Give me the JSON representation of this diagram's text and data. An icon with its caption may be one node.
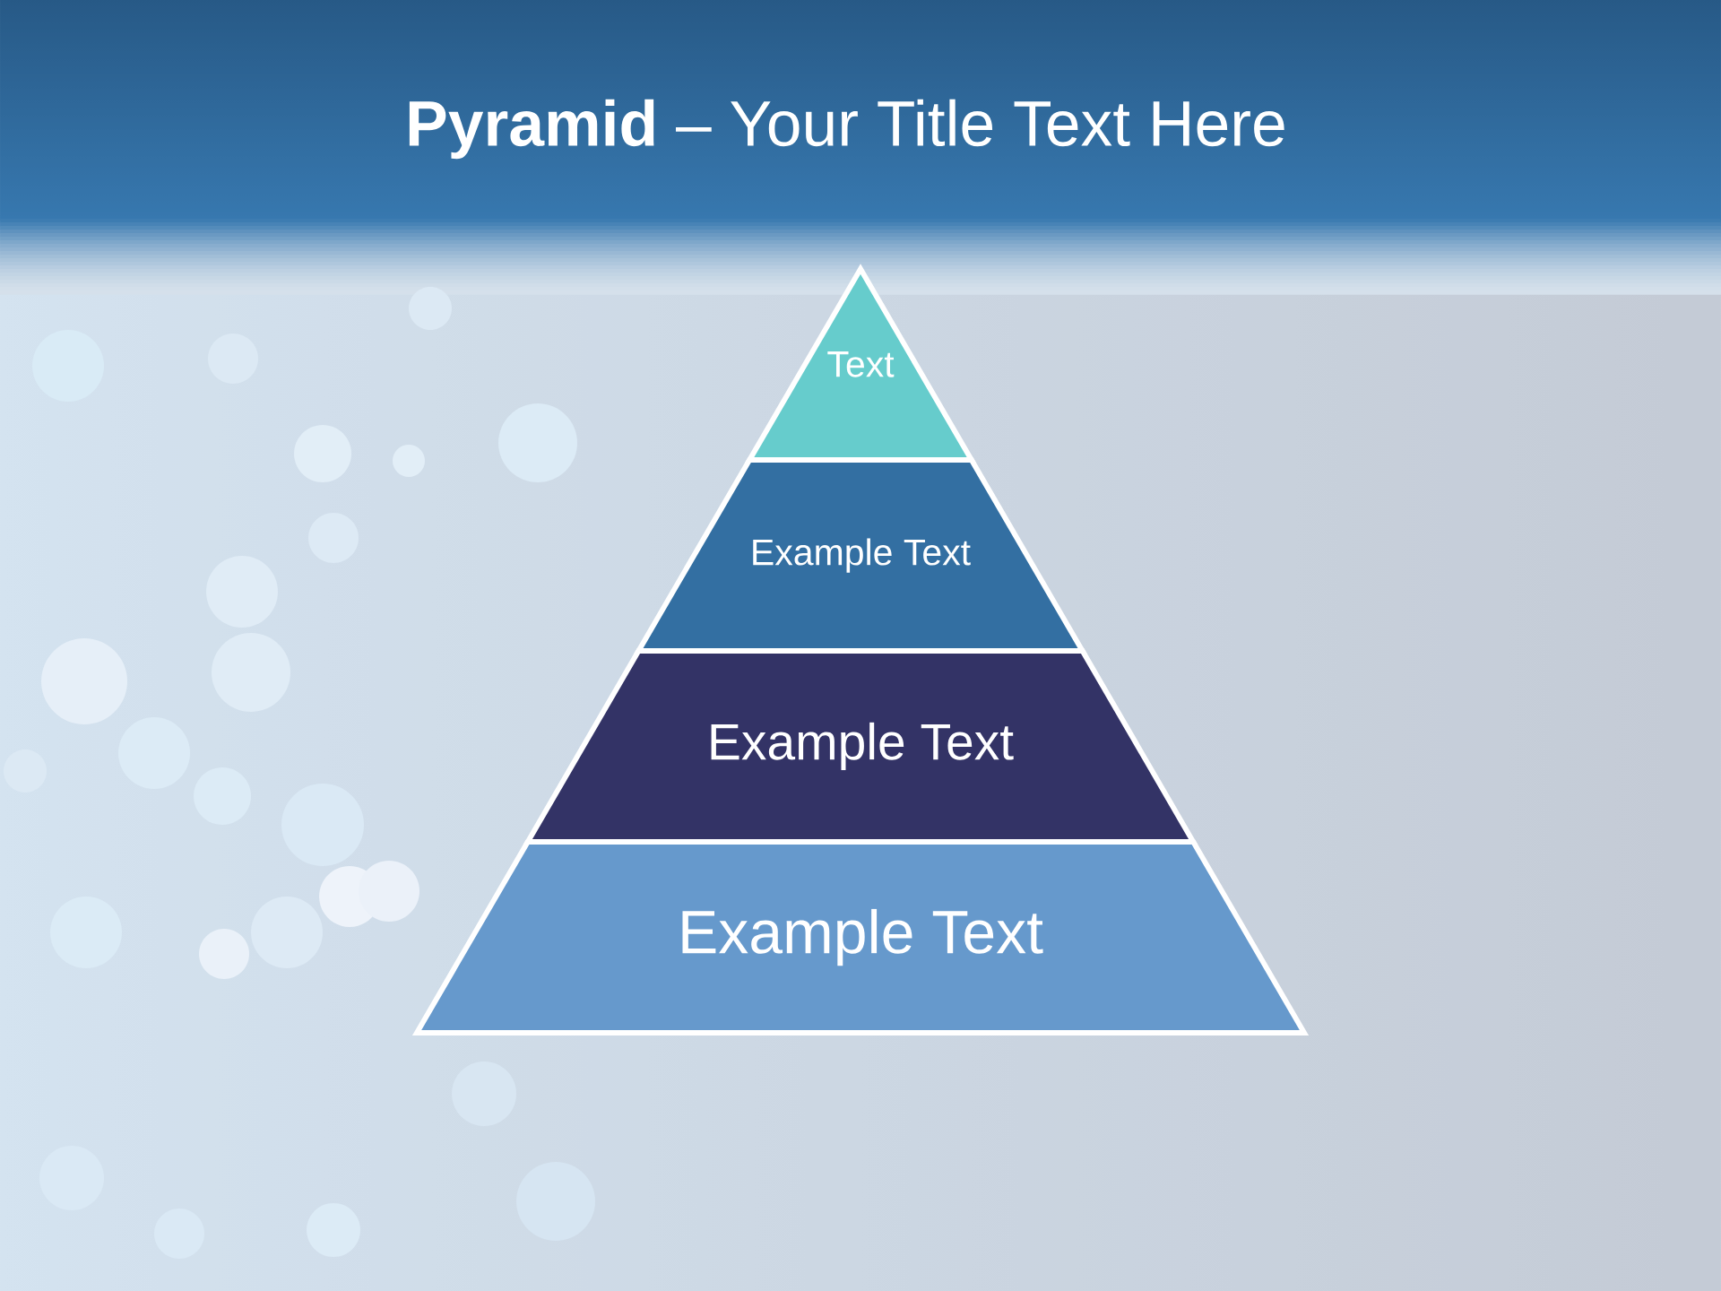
{
  "diagram": {
    "title": "**Pyramid** – Your Title Text Here",
    "nodes": [
      {
        "text": [
          "Text"
        ]
      },
      {
        "text": [
          "Example Text"
        ]
      },
      {
        "text": [
          "Example Text"
        ]
      },
      {
        "text": [
          "Example Text"
        ]
      }
    ]
  }
}
